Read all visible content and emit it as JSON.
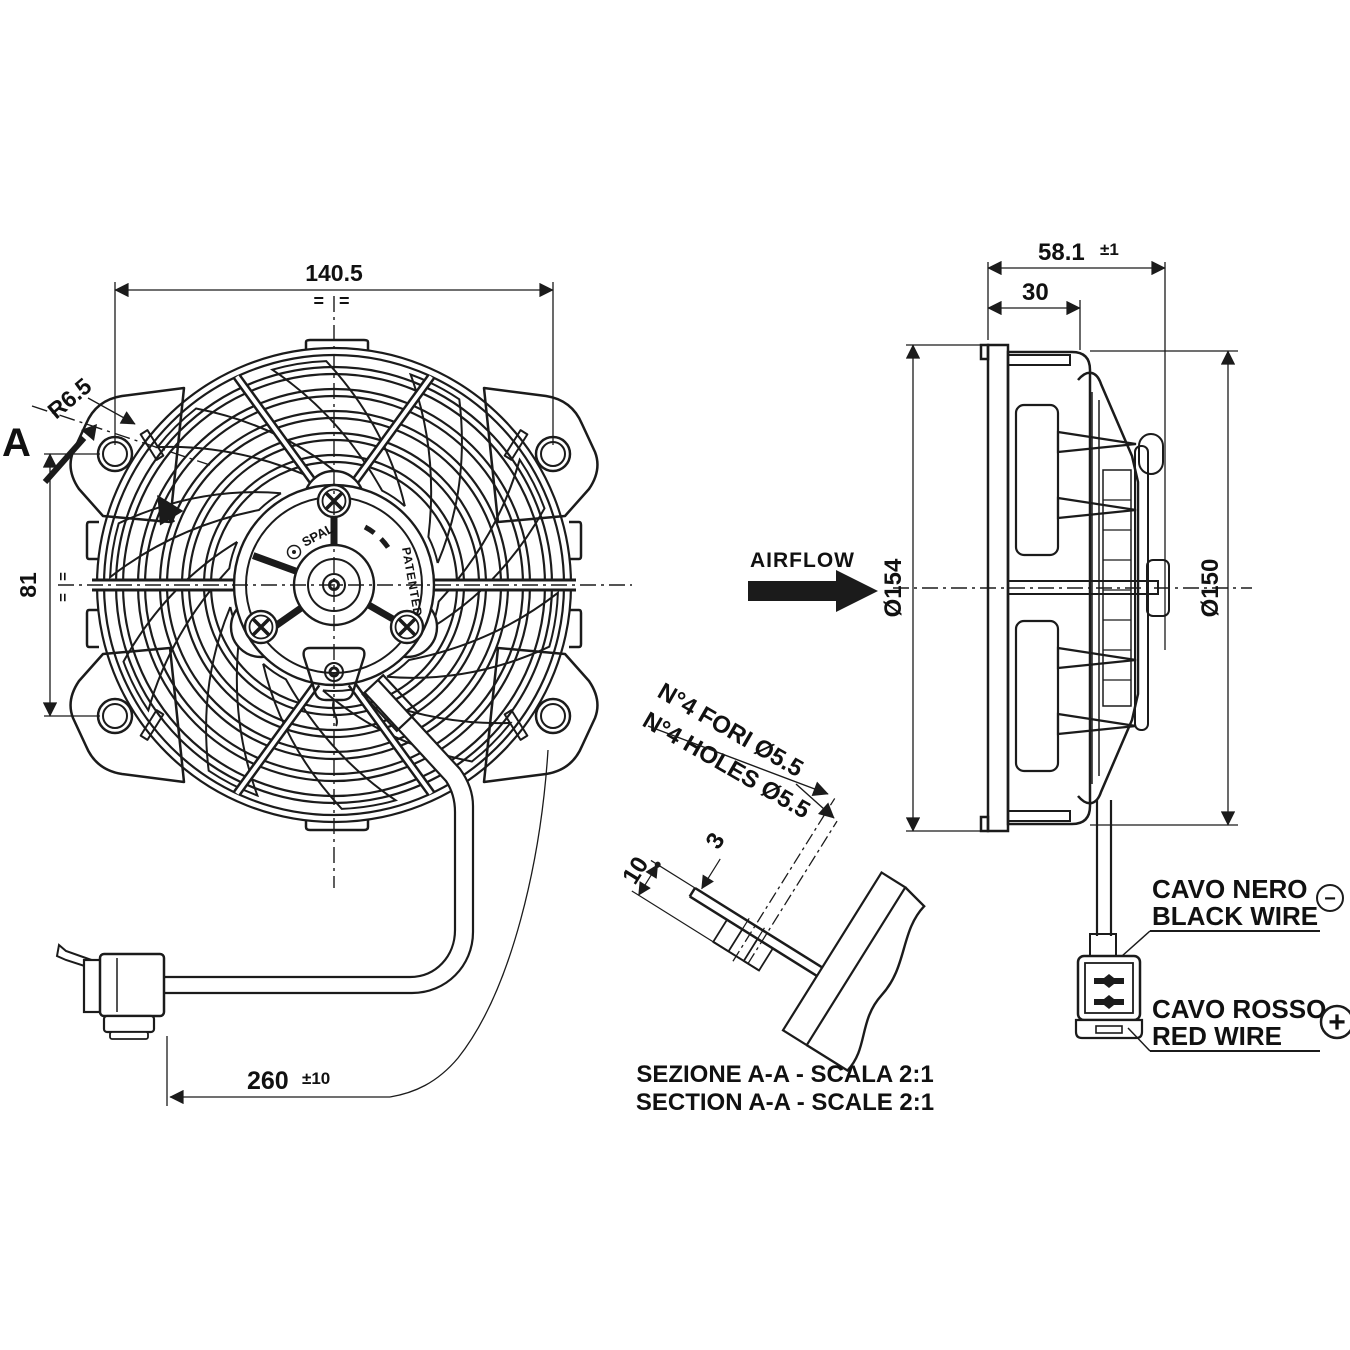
{
  "front": {
    "dim_width_value": "140.5",
    "dim_width_marks": "=  =",
    "dim_height_value": "81",
    "dim_height_marks": "=  =",
    "radius_callout": "R6.5",
    "section_label": "A",
    "hub_brand": "SPAL",
    "hub_patented": "PATENTED",
    "wire_len_value": "260",
    "wire_len_tol": "±10"
  },
  "side": {
    "depth_value": "58.1",
    "depth_tol": "±1",
    "depth2": "30",
    "dia_outer": "Ø154",
    "dia_inner": "Ø150",
    "airflow": "AIRFLOW"
  },
  "section": {
    "note_it": "N°4 FORI Ø5.5",
    "note_en": "N°4 HOLES Ø5.5",
    "dim_thickness": "3",
    "dim_boss": "10",
    "caption_it": "SEZIONE A-A - SCALA 2:1",
    "caption_en": "SECTION A-A - SCALE 2:1"
  },
  "wiring": {
    "black_it": "CAVO NERO",
    "black_en": "BLACK WIRE",
    "black_sign": "−",
    "red_it": "CAVO ROSSO",
    "red_en": "RED WIRE",
    "red_sign": "+"
  },
  "colors": {
    "line": "#1b1b1b",
    "background": "#ffffff"
  }
}
